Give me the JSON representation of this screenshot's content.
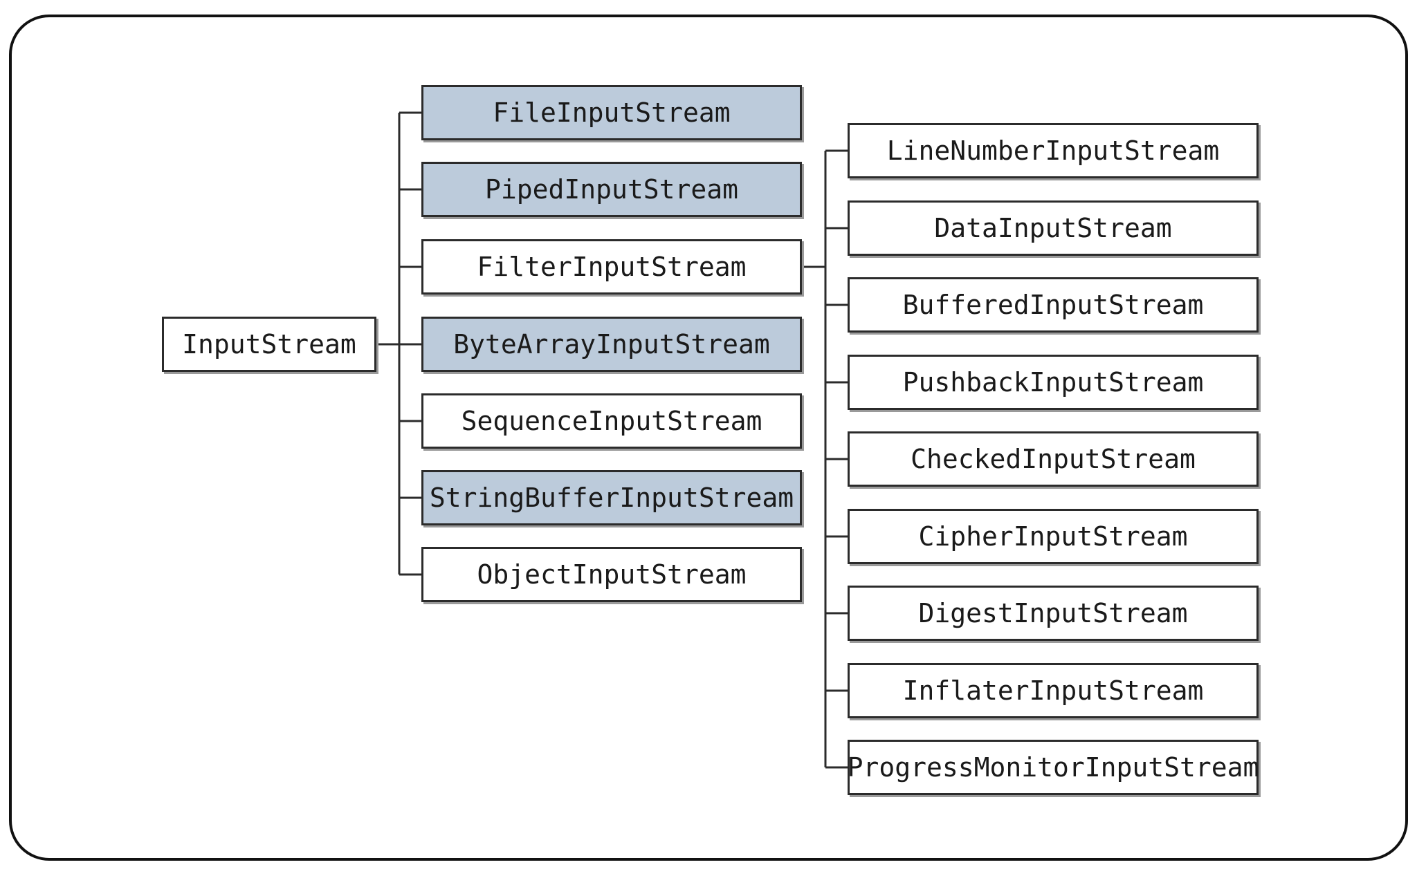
{
  "root": {
    "label": "InputStream"
  },
  "children": [
    {
      "label": "FileInputStream",
      "shaded": true
    },
    {
      "label": "PipedInputStream",
      "shaded": true
    },
    {
      "label": "FilterInputStream",
      "shaded": false
    },
    {
      "label": "ByteArrayInputStream",
      "shaded": true
    },
    {
      "label": "SequenceInputStream",
      "shaded": false
    },
    {
      "label": "StringBufferInputStream",
      "shaded": true
    },
    {
      "label": "ObjectInputStream",
      "shaded": false
    }
  ],
  "filter_children": [
    {
      "label": "LineNumberInputStream"
    },
    {
      "label": "DataInputStream"
    },
    {
      "label": "BufferedInputStream"
    },
    {
      "label": "PushbackInputStream"
    },
    {
      "label": "CheckedInputStream"
    },
    {
      "label": "CipherInputStream"
    },
    {
      "label": "DigestInputStream"
    },
    {
      "label": "InflaterInputStream"
    },
    {
      "label": "ProgressMonitorInputStream"
    }
  ],
  "colors": {
    "shaded_fill": "#bccbdb",
    "border": "#2b2b2b",
    "line": "#2b2b2b"
  }
}
